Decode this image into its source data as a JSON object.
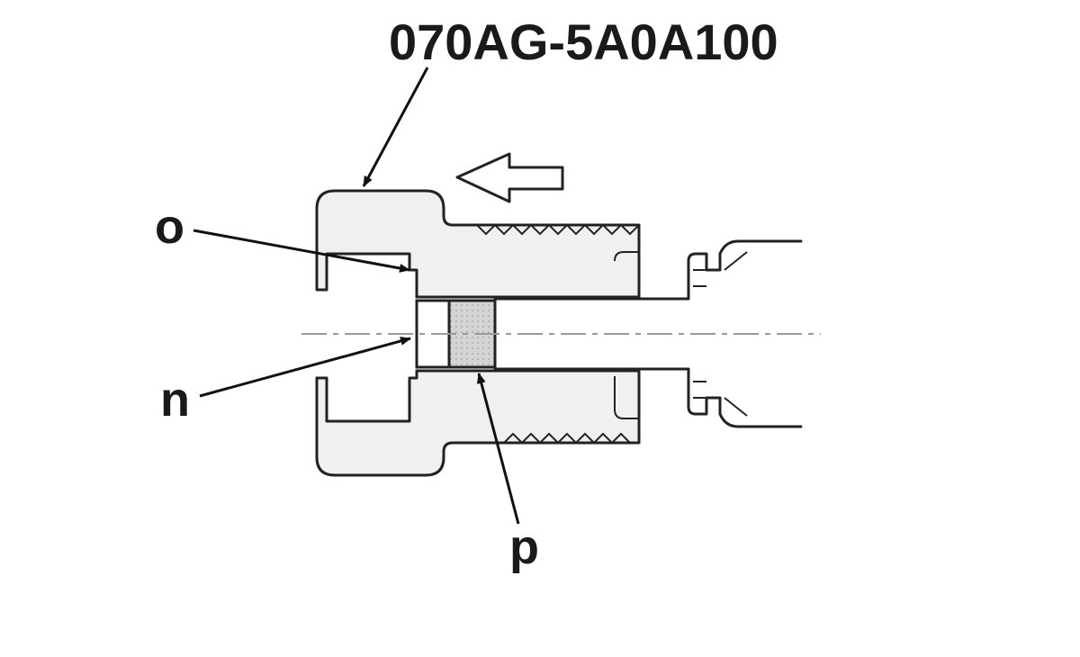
{
  "diagram": {
    "part_number": "070AG-5A0A100",
    "callouts": {
      "o": "o",
      "n": "n",
      "p": "p"
    },
    "colors": {
      "line": "#222222",
      "part_fill": "#f0f0f0",
      "filter_fill": "#d4d4d4",
      "centerline": "#9a9a9a"
    },
    "icons": {
      "direction": "left-arrow-icon"
    }
  }
}
